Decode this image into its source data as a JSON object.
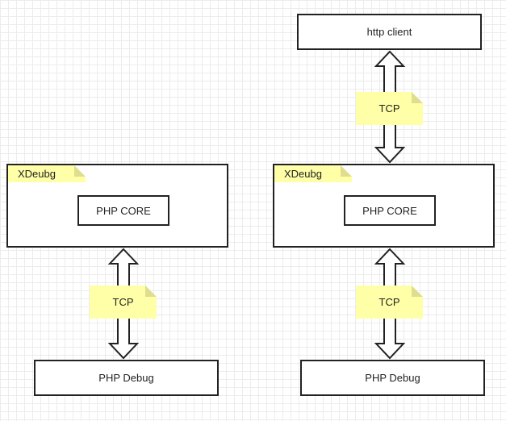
{
  "colors": {
    "note_fill": "#ffffa8",
    "note_fold": "#dede8e",
    "stroke": "#222222",
    "grid": "#ececec"
  },
  "left": {
    "container_tag": "XDeubg",
    "core_label": "PHP CORE",
    "tcp_label": "TCP",
    "debug_label": "PHP Debug"
  },
  "right": {
    "client_label": "http client",
    "tcp_top_label": "TCP",
    "container_tag": "XDeubg",
    "core_label": "PHP CORE",
    "tcp_bottom_label": "TCP",
    "debug_label": "PHP Debug"
  }
}
